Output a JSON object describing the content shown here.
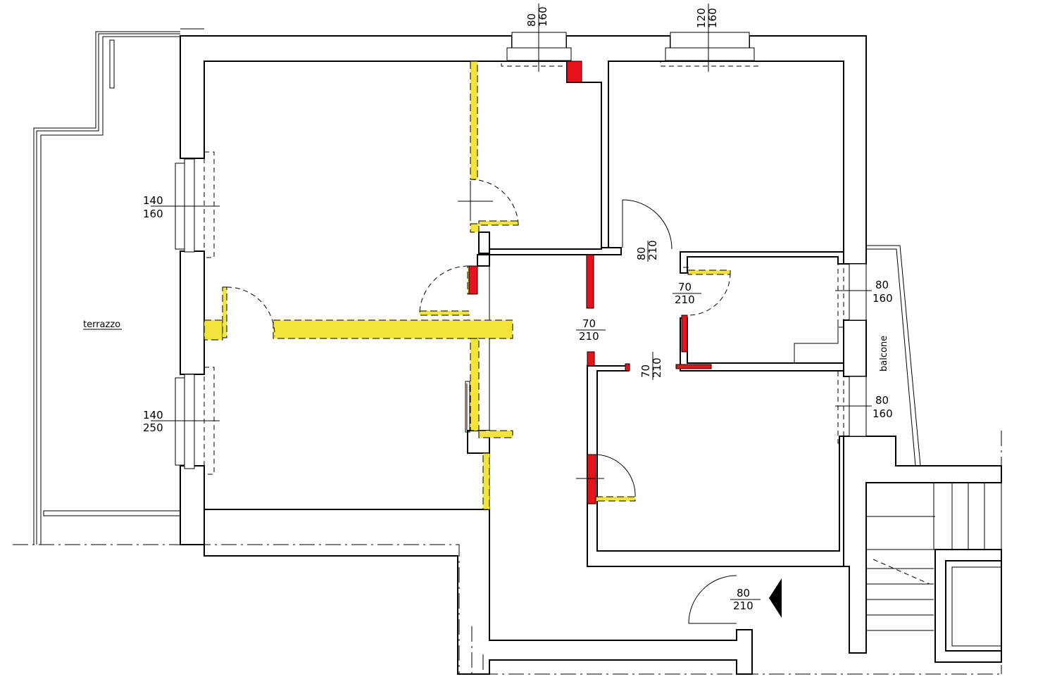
{
  "plan": {
    "area_labels": {
      "terrace": "terrazzo",
      "balcony": "balcone"
    },
    "openings": [
      {
        "id": "win-top-left",
        "width": "80",
        "height": "160"
      },
      {
        "id": "win-top-right",
        "width": "120",
        "height": "160"
      },
      {
        "id": "win-west-upper",
        "width": "140",
        "height": "160"
      },
      {
        "id": "win-west-lower",
        "width": "140",
        "height": "250"
      },
      {
        "id": "door-hall-north",
        "width": "80",
        "height": "210"
      },
      {
        "id": "door-bath",
        "width": "70",
        "height": "210"
      },
      {
        "id": "door-hall-center",
        "width": "70",
        "height": "210"
      },
      {
        "id": "door-hall-south",
        "width": "70",
        "height": "210"
      },
      {
        "id": "win-east-upper",
        "width": "80",
        "height": "160"
      },
      {
        "id": "win-east-lower",
        "width": "80",
        "height": "160"
      },
      {
        "id": "door-entrance",
        "width": "80",
        "height": "210"
      }
    ],
    "colors": {
      "demolition": "#f2e43a",
      "new_construction": "#e8121c",
      "wall_line": "#000000"
    }
  }
}
